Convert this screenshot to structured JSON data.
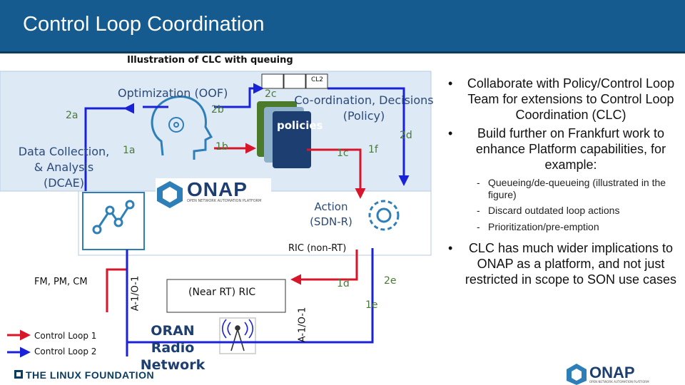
{
  "slide": {
    "title": "Control Loop Coordination",
    "subtitle": "Illustration of CLC with queuing"
  },
  "diagram": {
    "optimization_label": "Optimization (OOF)",
    "data_collection_label": "Data Collection, & Analysis (DCAE)",
    "coordination_label": "Co-ordination, Decisions (Policy)",
    "action_label": "Action (SDN-R)",
    "ric_non_rt_label": "RIC (non-RT)",
    "near_rt_ric_label": "(Near RT) RIC",
    "oran_label": "ORAN Radio Network",
    "policies_text": "policies",
    "queue_label": "CL2",
    "a1_left": "A-1/O-1",
    "a1_right": "A-1/O-1",
    "fm_label": "FM, PM, CM",
    "legend": {
      "loop1": "Control Loop 1",
      "loop2": "Control Loop 2"
    },
    "markers": {
      "m1a": "1a",
      "m1b": "1b",
      "m1c": "1c",
      "m1d": "1d",
      "m1e": "1e",
      "m1f": "1f",
      "m2a": "2a",
      "m2b": "2b",
      "m2c": "2c",
      "m2d": "2d",
      "m2e": "2e"
    },
    "onap_center_logo": "ONAP",
    "onap_center_tagline": "OPEN NETWORK AUTOMATION PLATFORM"
  },
  "bullets": {
    "b1": "Collaborate with Policy/Control Loop Team for extensions to Control Loop Coordination (CLC)",
    "b2": "Build further on Frankfurt work to enhance Platform capabilities, for example:",
    "sub1": "Queueing/de-queueing (illustrated in the figure)",
    "sub2": "Discard outdated loop actions",
    "sub3": "Prioritization/pre-emption",
    "b3": "CLC has much wider implications to ONAP as a platform, and not just restricted in scope to SON use cases"
  },
  "footer": {
    "linux_foundation": "THE LINUX FOUNDATION",
    "onap_logo": "ONAP",
    "onap_tagline": "OPEN NETWORK AUTOMATION PLATFORM"
  },
  "colors": {
    "header": "#165b8f",
    "loop1": "#d7152b",
    "loop2": "#1a22d8",
    "panel": "#dde9f5",
    "marker": "#4a7a3a"
  }
}
